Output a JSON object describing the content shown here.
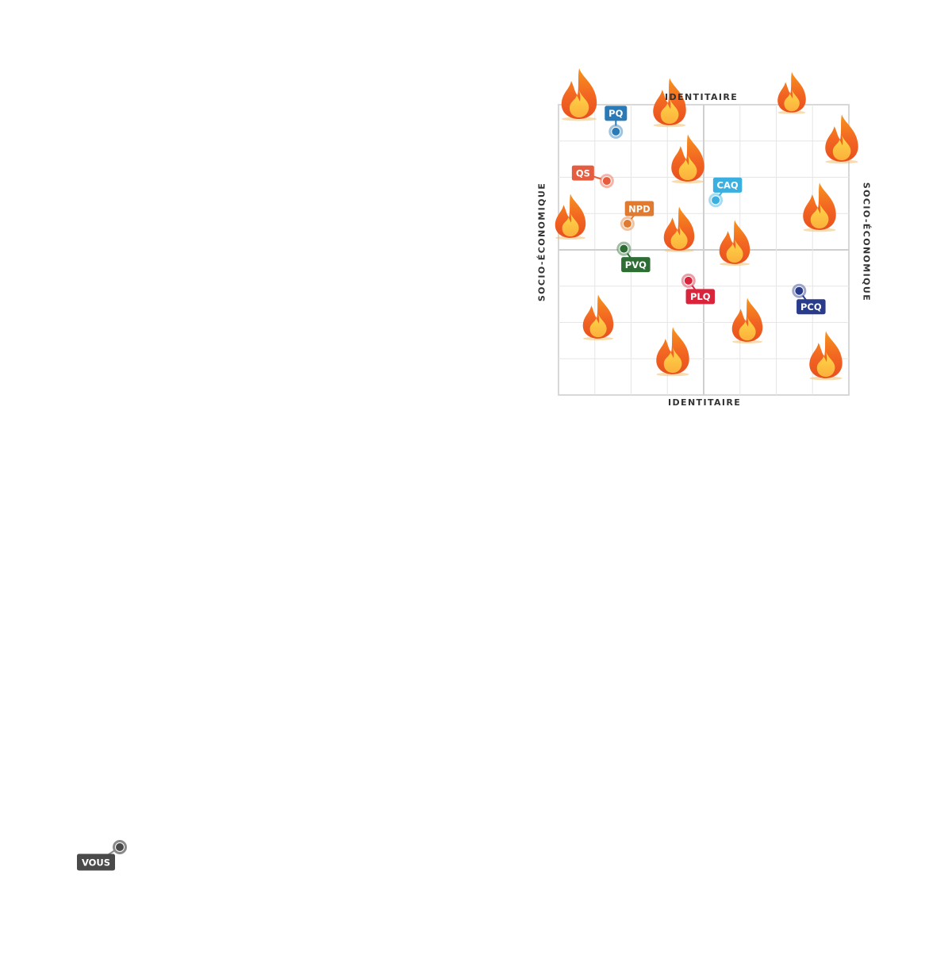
{
  "axes": {
    "top": "IDENTITAIRE",
    "bottom": "IDENTITAIRE",
    "left": "SOCIO-ÉCONOMIQUE",
    "right": "SOCIO-ÉCONOMIQUE"
  },
  "chart_data": {
    "type": "scatter",
    "xlabel": "IDENTITAIRE",
    "ylabel": "SOCIO-ÉCONOMIQUE",
    "xlim": [
      0,
      8
    ],
    "ylim": [
      0,
      8
    ],
    "grid": true,
    "points": [
      {
        "label": "PQ",
        "x": 1.58,
        "y": 7.26,
        "color": "#2a7ab8",
        "tag": "above"
      },
      {
        "label": "QS",
        "x": 1.33,
        "y": 5.9,
        "color": "#e65c3f",
        "tag": "left"
      },
      {
        "label": "NPD",
        "x": 1.9,
        "y": 4.72,
        "color": "#e07a30",
        "tag": "right-up"
      },
      {
        "label": "PVQ",
        "x": 1.8,
        "y": 4.03,
        "color": "#2e6e35",
        "tag": "right-down"
      },
      {
        "label": "CAQ",
        "x": 4.33,
        "y": 5.37,
        "color": "#3bb0e0",
        "tag": "right-up"
      },
      {
        "label": "PLQ",
        "x": 3.58,
        "y": 3.15,
        "color": "#d9243c",
        "tag": "right-down"
      },
      {
        "label": "PCQ",
        "x": 6.63,
        "y": 2.87,
        "color": "#283b8c",
        "tag": "right-down"
      }
    ]
  },
  "you_marker": {
    "label": "VOUS",
    "color": "#4a4a4a"
  },
  "decor_icon": "flame-icon"
}
